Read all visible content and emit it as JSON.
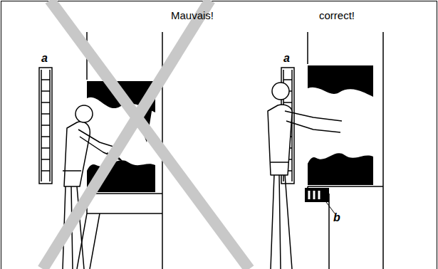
{
  "diagram": {
    "labels": [
      "Mauvais!",
      "correct!",
      "a",
      "a",
      "b"
    ]
  }
}
